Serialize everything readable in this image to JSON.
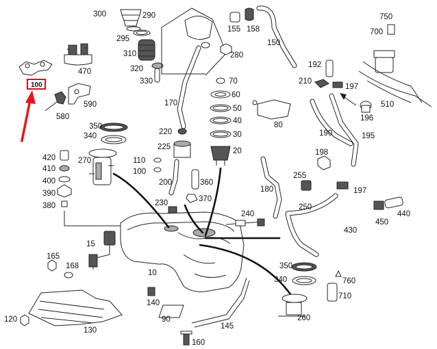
{
  "diagram": {
    "part_numbers": [
      "300",
      "290",
      "295",
      "310",
      "320",
      "330",
      "155",
      "158",
      "150",
      "280",
      "170",
      "750",
      "700",
      "470",
      "192",
      "210",
      "197",
      "510",
      "590",
      "580",
      "70",
      "60",
      "50",
      "40",
      "30",
      "20",
      "80",
      "196",
      "190",
      "195",
      "350",
      "340",
      "220",
      "225",
      "198",
      "270",
      "420",
      "410",
      "400",
      "390",
      "380",
      "110",
      "100",
      "200",
      "360",
      "255",
      "197",
      "180",
      "230",
      "370",
      "250",
      "440",
      "450",
      "430",
      "240",
      "15",
      "165",
      "168",
      "10",
      "350",
      "340",
      "760",
      "710",
      "140",
      "120",
      "130",
      "90",
      "145",
      "260",
      "160"
    ],
    "highlighted_part": "100",
    "arrow_color": "#e8141c",
    "highlight_color": "#d0101a"
  }
}
